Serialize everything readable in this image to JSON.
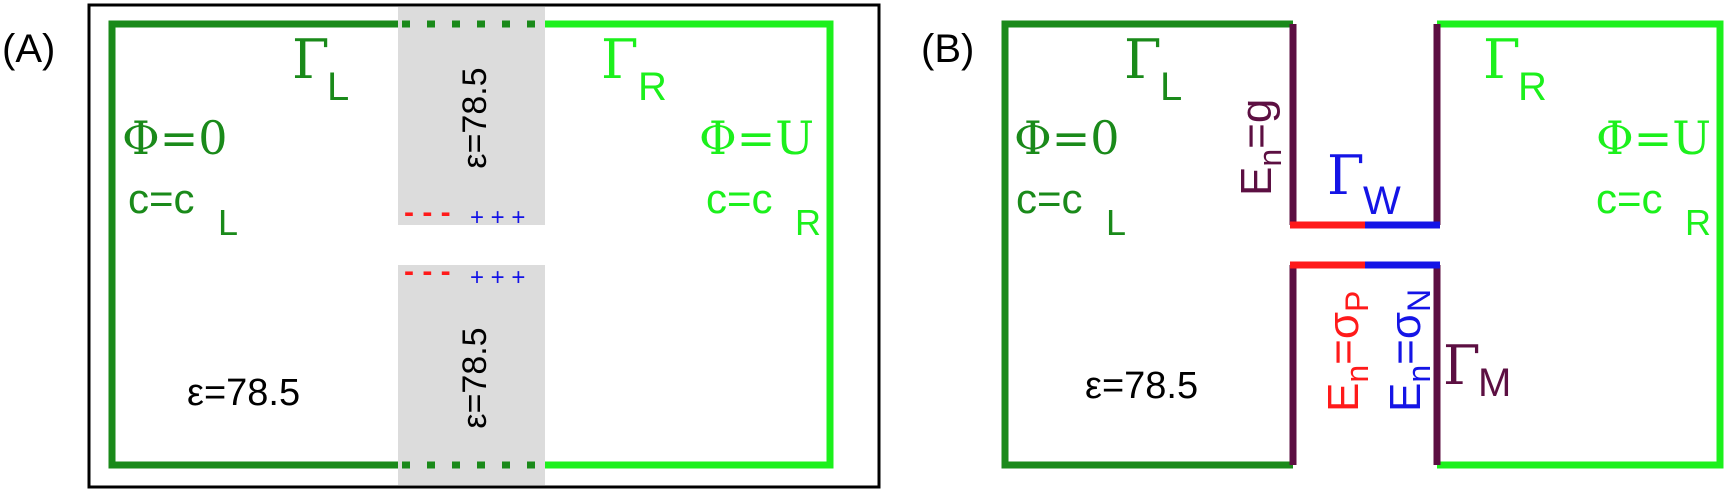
{
  "colors": {
    "dark_green": "#1a8a1a",
    "light_green": "#1cf01c",
    "purple": "#5c0f42",
    "red": "#ff1a1a",
    "blue": "#1414e6",
    "gray_fill": "#dcdcdc",
    "black": "#000000"
  },
  "panel_a": {
    "label": "(A)",
    "gamma_left": {
      "sym": "Γ",
      "sub": "L"
    },
    "gamma_right": {
      "sym": "Γ",
      "sub": "R"
    },
    "phi_left": "Φ=0",
    "phi_right": "Φ=U",
    "conc_left": {
      "base": "c=c",
      "sub": "L"
    },
    "conc_right": {
      "base": "c=c",
      "sub": "R"
    },
    "epsilon_bulk": "ε=78.5",
    "epsilon_membrane_top": "ε=78.5",
    "epsilon_membrane_bottom": "ε=78.5",
    "charge_minus": "- - -",
    "charge_plus": "+ + +"
  },
  "panel_b": {
    "label": "(B)",
    "gamma_left": {
      "sym": "Γ",
      "sub": "L"
    },
    "gamma_right": {
      "sym": "Γ",
      "sub": "R"
    },
    "gamma_wall": {
      "sym": "Γ",
      "sub": "W"
    },
    "gamma_membrane": {
      "sym": "Γ",
      "sub": "M"
    },
    "phi_left": "Φ=0",
    "phi_right": "Φ=U",
    "conc_left": {
      "base": "c=c",
      "sub": "L"
    },
    "conc_right": {
      "base": "c=c",
      "sub": "R"
    },
    "epsilon_bulk": "ε=78.5",
    "bc_neumann": {
      "base": "E",
      "sub": "n",
      "rest": "=g"
    },
    "bc_positive": {
      "base": "E",
      "sub": "n",
      "mid": "=σ",
      "sub2": "P"
    },
    "bc_negative": {
      "base": "E",
      "sub": "n",
      "mid": "=σ",
      "sub2": "N"
    }
  }
}
